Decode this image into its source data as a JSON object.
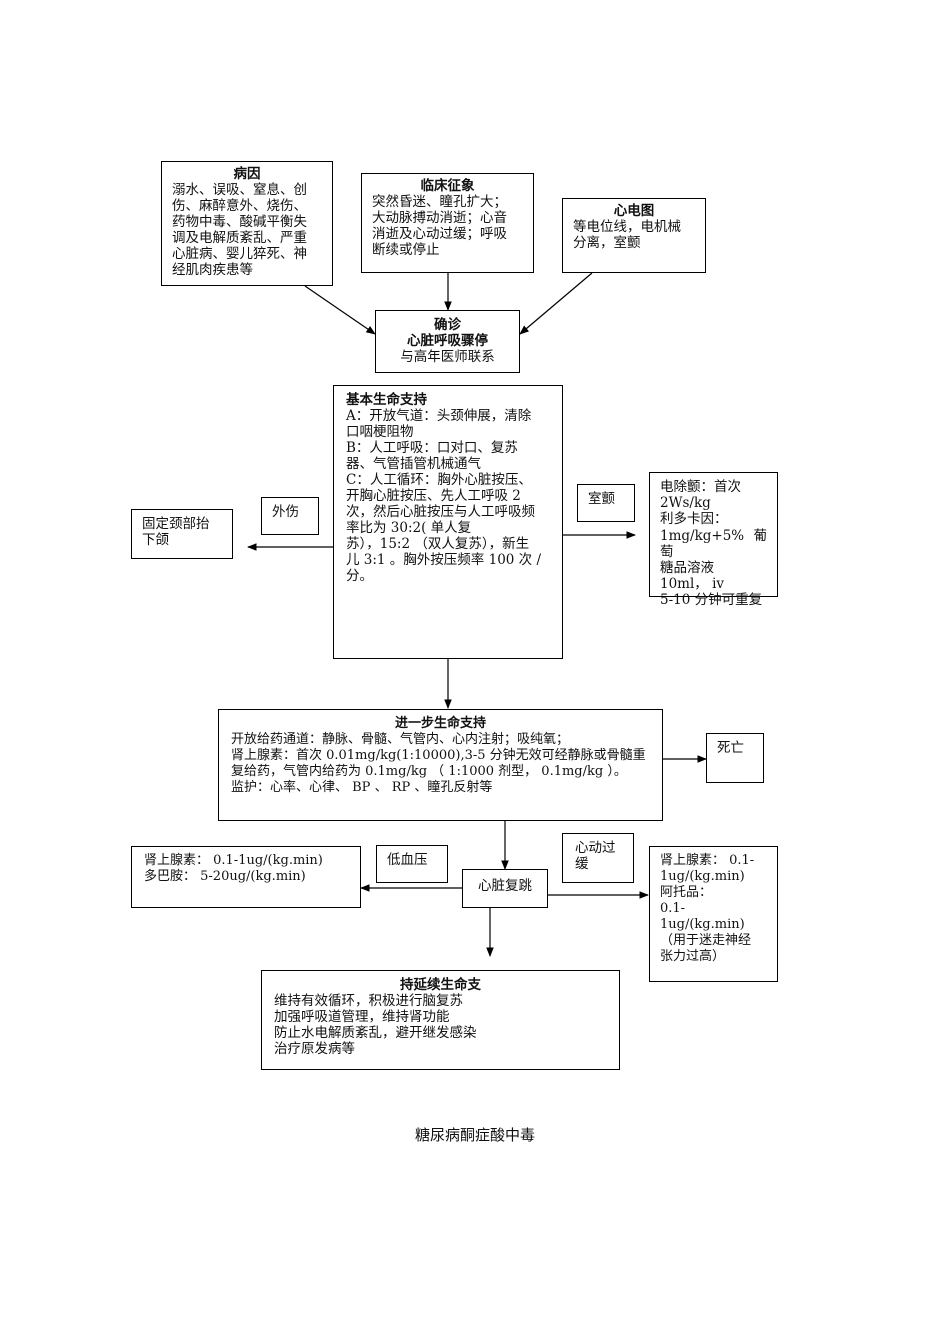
{
  "cause": {
    "title": "病因",
    "lines": [
      "溺水、误吸、窒息、创",
      "伤、麻醉意外、烧伤、",
      "药物中毒、酸碱平衡失",
      "调及电解质紊乱、严重",
      "心脏病、婴儿猝死、神",
      "经肌肉疾患等"
    ]
  },
  "clinical": {
    "title": "临床征象",
    "lines": [
      "突然昏迷、瞳孔扩大；",
      "大动脉搏动消逝；心音",
      "消逝及心动过缓；呼吸",
      "断续或停止"
    ]
  },
  "ecg": {
    "title": "心电图",
    "lines": [
      "等电位线，电机械",
      "分离，室颤"
    ]
  },
  "diagnosis": {
    "title1": "确诊",
    "title2": "心脏呼吸骤停",
    "line": "与高年医师联系"
  },
  "bls": {
    "title": "基本生命支持",
    "lines": [
      "A：开放气道：头颈伸展，清除",
      "口咽梗阻物",
      "B：人工呼吸：口对口、复苏",
      "器、气管插管机械通气",
      "C：人工循环：胸外心脏按压、",
      "开胸心脏按压、先人工呼吸 2",
      "次，然后心脏按压与人工呼吸频",
      "率比为 30:2( 单人复",
      "苏），15:2 （双人复苏），新生",
      "儿 3:1 。胸外按压频率 100 次 /",
      "分。"
    ]
  },
  "trauma": {
    "label": "外伤"
  },
  "fix_neck": {
    "lines": [
      "固定颈部抬",
      "下颌"
    ]
  },
  "vf": {
    "label": "室颤"
  },
  "defib": {
    "lines": [
      "电除颤：首次",
      "2Ws/kg",
      "利多卡因：",
      "1mg/kg+5% 葡萄",
      "糖品溶液",
      "10ml， iv",
      "5-10 分钟可重复"
    ]
  },
  "als": {
    "title": "进一步生命支持",
    "lines": [
      "开放给药通道：静脉、骨髓、气管内、心内注射；吸纯氧；",
      "肾上腺素：首次 0.01mg/kg(1:10000),3-5 分钟无效可经静脉或骨髓重",
      "复给药，气管内给药为 0.1mg/kg （ 1:1000 剂型， 0.1mg/kg ）。",
      "监护：心率、心律、 BP 、 RP 、瞳孔反射等"
    ]
  },
  "death": {
    "label": "死亡"
  },
  "pressor": {
    "lines": [
      "肾上腺素： 0.1-1ug/(kg.min)",
      "多巴胺： 5-20ug/(kg.min)"
    ]
  },
  "hypotension": {
    "label": "低血压"
  },
  "rosc": {
    "label": "心脏复跳"
  },
  "brady": {
    "lines": [
      "心动过",
      "缓"
    ]
  },
  "brady_drugs": {
    "lines": [
      "肾上腺素： 0.1-",
      "1ug/(kg.min)",
      "阿托品：",
      "0.1-1ug/(kg.min)",
      "（用于迷走神经",
      "张力过高）"
    ]
  },
  "pls": {
    "title": "持延续生命支",
    "lines": [
      "维持有效循环，积极进行脑复苏",
      "加强呼吸道管理，维持肾功能",
      "防止水电解质紊乱，避开继发感染",
      "治疗原发病等"
    ]
  },
  "caption": "糖尿病酮症酸中毒"
}
